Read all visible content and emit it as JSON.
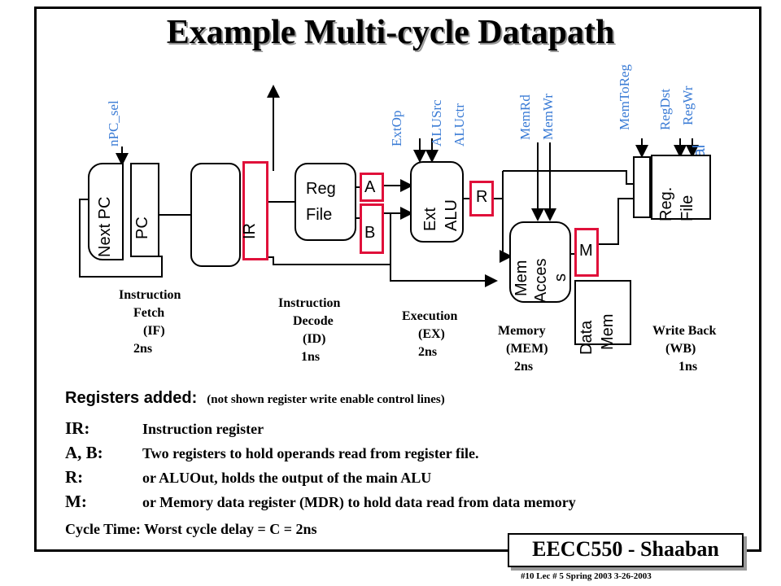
{
  "title": "Example Multi-cycle Datapath",
  "control_signals": {
    "npc_sel": "nPC_sel",
    "ext_op": "ExtOp",
    "alu_src": "ALUSrc",
    "alu_ctr": "ALUctr",
    "mem_rd": "MemRd",
    "mem_wr": "MemWr",
    "mem_to_reg": "MemToReg",
    "reg_dst": "RegDst",
    "reg_wr": "RegWr",
    "equal": "Equal"
  },
  "blocks": {
    "next_pc": "Next PC",
    "pc": "PC",
    "ir": "IR",
    "reg_file_1": "Reg",
    "reg_file_2": "File",
    "a": "A",
    "b": "B",
    "ext": "Ext",
    "alu": "ALU",
    "r": "R",
    "mem_access_1": "Mem",
    "mem_access_2": "Acces",
    "mem_access_3": "s",
    "m": "M",
    "data_mem_1": "Data",
    "data_mem_2": "Mem",
    "wb_reg_1": "Reg.",
    "wb_reg_2": "File"
  },
  "stages": {
    "if": [
      "Instruction",
      "Fetch",
      "(IF)",
      "2ns"
    ],
    "id": [
      "Instruction",
      "Decode",
      "(ID)",
      "1ns"
    ],
    "ex": [
      "Execution",
      "(EX)",
      "2ns"
    ],
    "mem": [
      "Memory",
      "(MEM)",
      "2ns"
    ],
    "wb": [
      "Write Back",
      "(WB)",
      "1ns"
    ]
  },
  "notes": {
    "registers_added_label": "Registers added:",
    "registers_added_note": "(not shown register write enable control lines)",
    "items": [
      {
        "term": "IR:",
        "desc": "Instruction register"
      },
      {
        "term": "A, B:",
        "desc": "Two registers to hold operands read from register file."
      },
      {
        "term": "R:",
        "desc": "or ALUOut, holds the output of the main ALU"
      },
      {
        "term": "M:",
        "desc": "or Memory data register (MDR) to hold data read from data memory"
      }
    ],
    "cycle_time": "Cycle Time:  Worst cycle delay = C = 2ns"
  },
  "badge": "EECC550 - Shaaban",
  "footer": "#10   Lec # 5  Spring 2003  3-26-2003"
}
